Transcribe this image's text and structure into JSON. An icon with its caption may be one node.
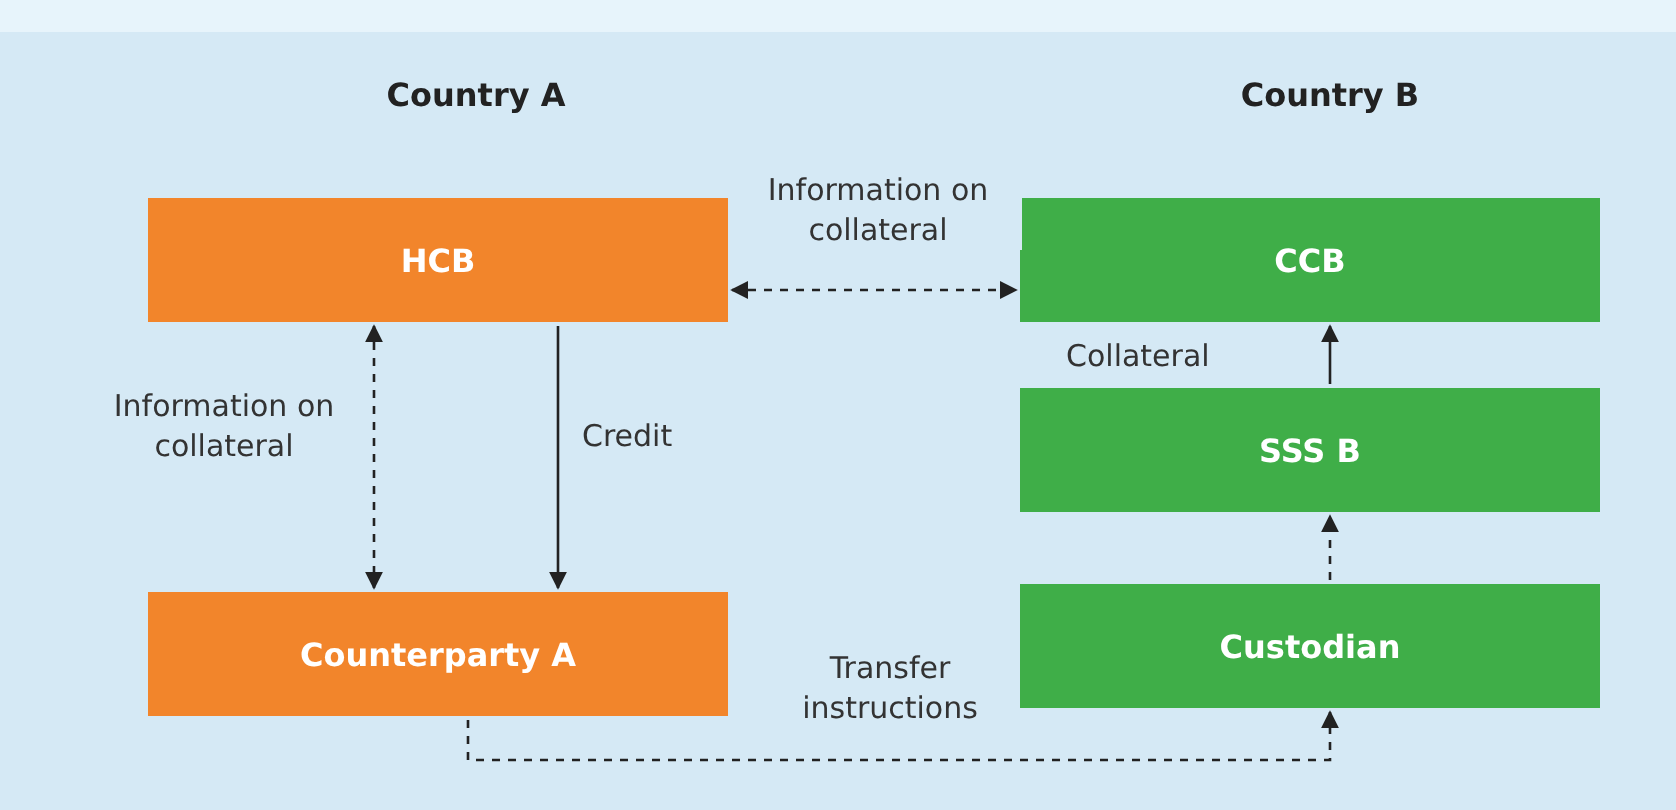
{
  "diagram": {
    "nodes": [
      {
        "text": [
          "HCB"
        ]
      },
      {
        "text": [
          "Counterparty A"
        ]
      },
      {
        "text": [
          "CCB"
        ]
      },
      {
        "text": [
          "SSS B"
        ]
      },
      {
        "text": [
          "Custodian"
        ]
      }
    ],
    "edges": [
      {
        "from": 0,
        "to": 2,
        "arrow": "both",
        "style": "dashed",
        "label": "Information on collateral"
      },
      {
        "from": 0,
        "to": 1,
        "arrow": "both",
        "style": "dashed",
        "label": "Information on collateral"
      },
      {
        "from": 0,
        "to": 1,
        "arrow": "to",
        "label": "Credit"
      },
      {
        "from": 3,
        "to": 2,
        "arrow": "to",
        "label": "Collateral"
      },
      {
        "from": 4,
        "to": 3,
        "arrow": "to",
        "style": "dashed"
      },
      {
        "from": 1,
        "to": 4,
        "arrow": "to",
        "style": "dashed",
        "label": "Transfer instructions"
      }
    ],
    "labels": [
      "Country A",
      "Country B"
    ]
  }
}
